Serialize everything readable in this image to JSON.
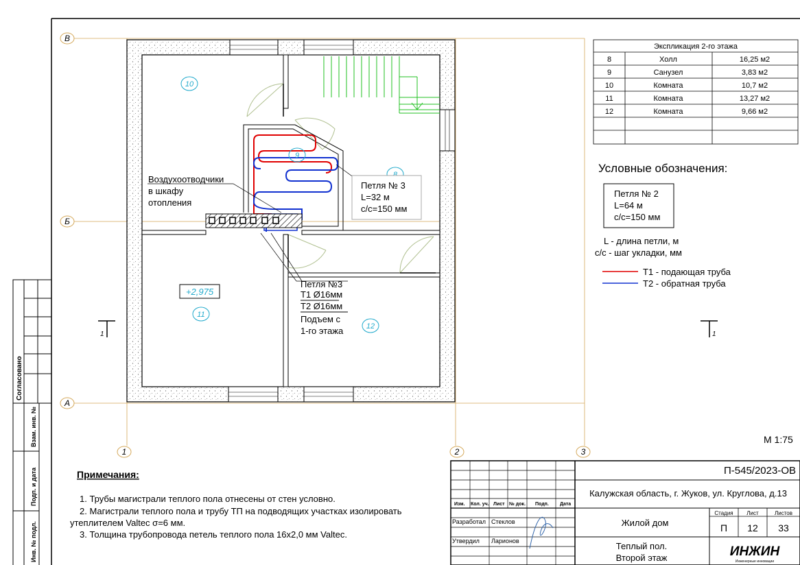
{
  "axes": {
    "rows": [
      "В",
      "Б",
      "А"
    ],
    "cols": [
      "1",
      "2",
      "3"
    ]
  },
  "rooms": [
    {
      "num": "8"
    },
    {
      "num": "9"
    },
    {
      "num": "10"
    },
    {
      "num": "11"
    },
    {
      "num": "12"
    }
  ],
  "level_mark": "+2,975",
  "section_mark": "1",
  "callouts": {
    "vents": [
      "Воздухоотводчики",
      "в шкафу",
      "отопления"
    ],
    "loop3": [
      "Петля № 3",
      "L=32 м",
      "с/с=150 мм"
    ],
    "riser": [
      "Петля №3",
      "Т1 Ø16мм",
      "Т2 Ø16мм",
      "Подъем с",
      "1-го этажа"
    ]
  },
  "explication": {
    "title": "Экспликация 2-го этажа",
    "rows": [
      [
        "8",
        "Холл",
        "16,25 м2"
      ],
      [
        "9",
        "Санузел",
        "3,83 м2"
      ],
      [
        "10",
        "Комната",
        "10,7 м2"
      ],
      [
        "11",
        "Комната",
        "13,27 м2"
      ],
      [
        "12",
        "Комната",
        "9,66 м2"
      ]
    ]
  },
  "legend": {
    "title": "Условные обозначения:",
    "sample": [
      "Петля № 2",
      "L=64 м",
      "с/с=150 мм"
    ],
    "defs": [
      "L - длина петли, м",
      "с/с - шаг укладки, мм"
    ],
    "pipes": [
      {
        "label": "Т1 - подающая труба",
        "color": "#e00000"
      },
      {
        "label": "Т2 - обратная труба",
        "color": "#1030d0"
      }
    ]
  },
  "scale": "М 1:75",
  "notes": {
    "title": "Примечания:",
    "items": [
      "1.   Трубы магистрали теплого пола отнесены от стен условно.",
      "2.   Магистрали теплого пола и трубу ТП на подводящих участках изолировать",
      "утеплителем Valtec σ=6 мм.",
      "3.   Толщина трубопровода петель теплого пола 16х2,0 мм Valtec."
    ]
  },
  "stamp": {
    "code": "П-545/2023-ОВ",
    "address": "Калужская область, г. Жуков, ул. Круглова, д.13",
    "object": "Жилой дом",
    "sheet_title": [
      "Теплый пол.",
      "Второй этаж"
    ],
    "col_heads": [
      "Изм.",
      "Кол. уч.",
      "Лист",
      "№ док.",
      "Подп.",
      "Дата"
    ],
    "roles": [
      {
        "role": "Разработал",
        "name": "Стеклов"
      },
      {
        "role": "Утвердил",
        "name": "Ларионов"
      }
    ],
    "stage_heads": [
      "Стадия",
      "Лист",
      "Листов"
    ],
    "stage_vals": [
      "П",
      "12",
      "33"
    ],
    "logo": "ИНЖИН",
    "logo_sub": "Инженерные инновации"
  },
  "side": [
    "Согласовано",
    "Взам. инв. №",
    "Подп. и дата",
    "Инв. № подл."
  ],
  "colors": {
    "supply": "#e00000",
    "return": "#1030d0",
    "stairs": "#20c020",
    "room_tag": "#22aacc",
    "axis": "#d4a85a"
  }
}
